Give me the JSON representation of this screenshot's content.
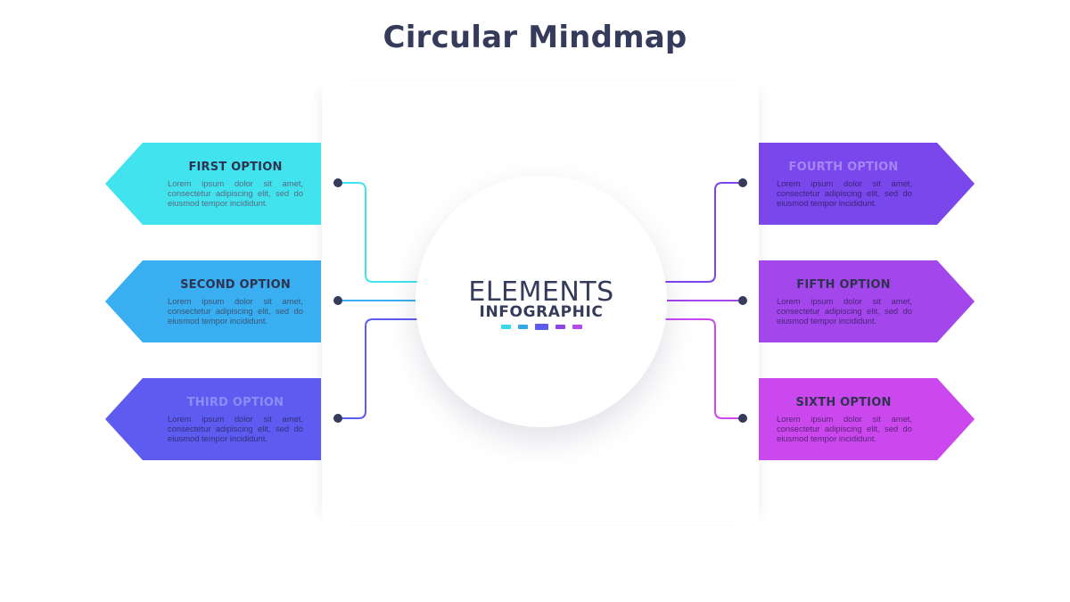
{
  "title": "Circular Mindmap",
  "center": {
    "title": "ELEMENTS",
    "subtitle": "INFOGRAPHIC",
    "dash_colors": [
      "#38d9ea",
      "#34a7ea",
      "#5d5ded",
      "#8b45e8",
      "#b84ae8"
    ]
  },
  "options": [
    {
      "title": "FIRST OPTION",
      "text": "Lorem ipsum dolor sit amet, consectetur adipiscing elit, sed do eiusmod tempor incididunt.",
      "color": "#40e3ee",
      "title_color": "#2f3350",
      "text_color": "#5a6a80",
      "side": "left"
    },
    {
      "title": "SECOND OPTION",
      "text": "Lorem ipsum dolor sit amet, consectetur adipiscing elit, sed do eiusmod tempor incididunt.",
      "color": "#39aef0",
      "title_color": "#2f3350",
      "text_color": "#3a5578",
      "side": "left"
    },
    {
      "title": "THIRD OPTION",
      "text": "Lorem ipsum dolor sit amet, consectetur adipiscing elit, sed do eiusmod tempor incididunt.",
      "color": "#5d5bf0",
      "title_color": "#8e8cf6",
      "text_color": "#33307a",
      "side": "left"
    },
    {
      "title": "FOURTH OPTION",
      "text": "Lorem ipsum dolor sit amet, consectetur adipiscing elit, sed do eiusmod tempor incididunt.",
      "color": "#7a47ec",
      "title_color": "#a486f4",
      "text_color": "#3a2478",
      "side": "right"
    },
    {
      "title": "FIFTH OPTION",
      "text": "Lorem ipsum dolor sit amet, consectetur adipiscing elit, sed do eiusmod tempor incididunt.",
      "color": "#a346ec",
      "title_color": "#2f3350",
      "text_color": "#4a2478",
      "side": "right"
    },
    {
      "title": "SIXTH OPTION",
      "text": "Lorem ipsum dolor sit amet, consectetur adipiscing elit, sed do eiusmod tempor incididunt.",
      "color": "#cb48ee",
      "title_color": "#2f3350",
      "text_color": "#5a2478",
      "side": "right"
    }
  ],
  "connector_colors": [
    "#40e3ee",
    "#39aef0",
    "#5d5bf0",
    "#7a47ec",
    "#a346ec",
    "#cb48ee"
  ],
  "node_color": "#353b5a"
}
